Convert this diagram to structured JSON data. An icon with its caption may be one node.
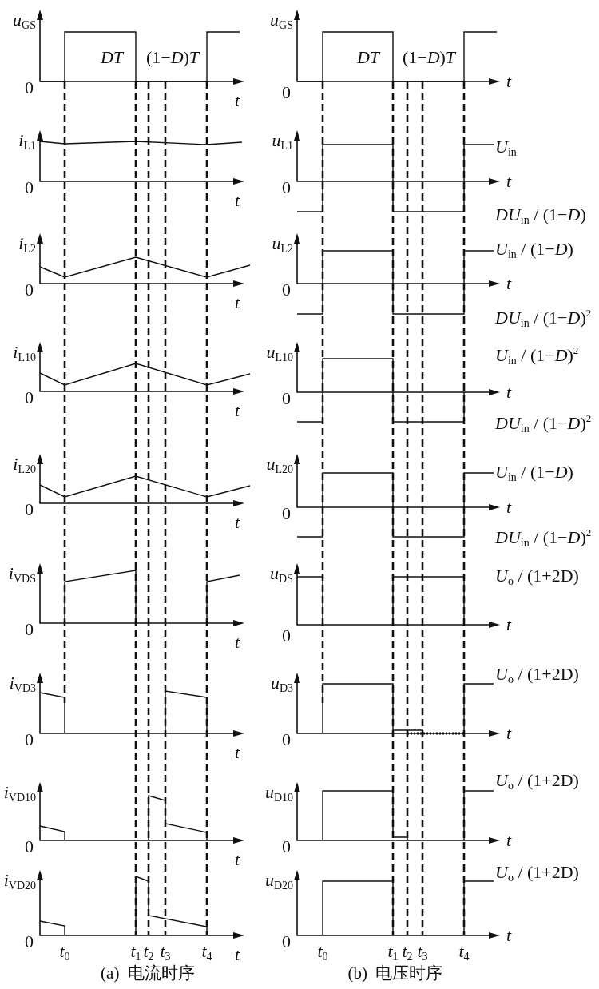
{
  "diagram": {
    "labels": [
      "*u*$_{GS}$",
      "DT",
      "(1−*D*)*T*",
      "0",
      "t",
      "*u*$_{GS}$",
      "DT",
      "(1−*D*)*T*",
      "0",
      "t",
      "*i*$_{L1}$",
      "0",
      "t",
      "*u*$_{L1}$",
      "0",
      "t",
      "*U*$_{in}$",
      "*DU*$_{in}$ / (1−*D*)",
      "*i*$_{L2}$",
      "0",
      "t",
      "*u*$_{L2}$",
      "0",
      "t",
      "*U*$_{in}$ / (1−*D*)",
      "*DU*$_{in}$ / (1−*D*)$^{2}$",
      "*i*$_{L10}$",
      "0",
      "t",
      "*u*$_{L10}$",
      "0",
      "t",
      "*U*$_{in}$ / (1−*D*)$^{2}$",
      "*DU*$_{in}$ / (1−*D*)$^{2}$",
      "*i*$_{L20}$",
      "0",
      "t",
      "*u*$_{L20}$",
      "0",
      "t",
      "*U*$_{in}$ / (1−*D*)",
      "*DU*$_{in}$ / (1−*D*)$^{2}$",
      "*i*$_{VDS}$",
      "0",
      "t",
      "*u*$_{DS}$",
      "0",
      "t",
      "*U*$_{o}$ / (1+2D)",
      "*i*$_{VD3}$",
      "0",
      "t",
      "*u*$_{D3}$",
      "0",
      "t",
      "*U*$_{o}$ / (1+2D)",
      "*i*$_{VD10}$",
      "0",
      "t",
      "*u*$_{D10}$",
      "0",
      "t",
      "*U*$_{o}$ / (1+2D)",
      "*i*$_{VD20}$",
      "0",
      "t",
      "*u*$_{D20}$",
      "0",
      "t",
      "*U*$_{o}$ / (1+2D)",
      "*t*$_{0}$",
      "*t*$_{1}$",
      "*t*$_{2}$",
      "*t*$_{3}$",
      "*t*$_{4}$",
      "*t*$_{0}$",
      "*t*$_{1}$",
      "*t*$_{2}$",
      "*t*$_{3}$",
      "*t*$_{4}$",
      "(a)  电流时序",
      "(b)  电压时序"
    ]
  }
}
